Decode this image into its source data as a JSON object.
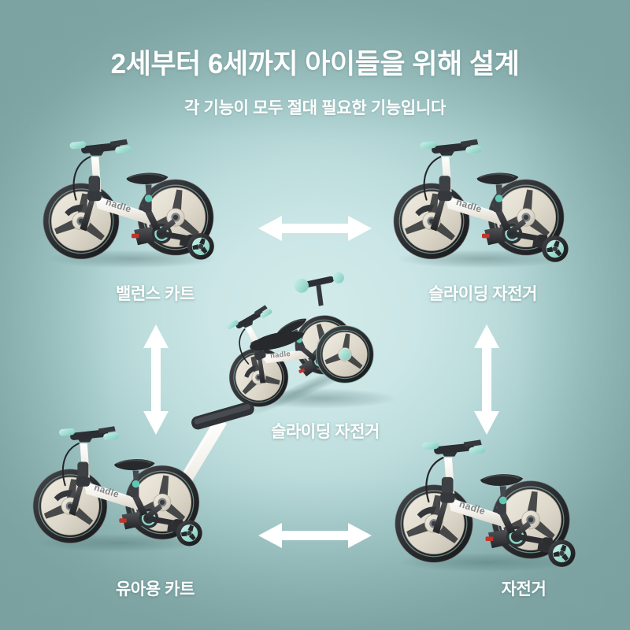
{
  "headings": {
    "title": "2세부터 6세까지 아이들을 위해 설계",
    "subtitle": "각 기능이 모두 절대 필요한 기능입니다"
  },
  "brand": {
    "wordmark": "nadle"
  },
  "colors": {
    "background_center": "#cde8e8",
    "background_edge": "#84a8a8",
    "frame_white": "#f2f0ea",
    "rim_cream": "#ded9cd",
    "tire_black": "#2b2b2d",
    "accent_mint": "#97ded2",
    "text_white": "#ffffff",
    "arrow_white": "#ffffff"
  },
  "products": [
    {
      "id": "balance-cart",
      "caption": "밸런스 카트",
      "position": "top-left",
      "features": [
        "mint-grips",
        "black-saddle",
        "cream-spoke-wheels",
        "training-wheels"
      ]
    },
    {
      "id": "sliding-bicycle-top",
      "caption": "슬라이딩 자전거",
      "position": "top-right",
      "features": [
        "mint-grips",
        "black-saddle",
        "cream-spoke-wheels",
        "training-wheel"
      ]
    },
    {
      "id": "sliding-bicycle-center",
      "caption": "슬라이딩 자전거",
      "position": "center",
      "features": [
        "folded",
        "rotated",
        "mint-hubs",
        "black-saddle"
      ]
    },
    {
      "id": "toddler-cart",
      "caption": "유아용 카트",
      "position": "bottom-left",
      "features": [
        "push-handle",
        "mint-grips",
        "black-saddle",
        "training-wheels"
      ]
    },
    {
      "id": "bicycle",
      "caption": "자전거",
      "position": "bottom-right",
      "features": [
        "mint-grips",
        "black-saddle",
        "cream-spoke-wheels",
        "training-wheel"
      ]
    }
  ],
  "arrows": [
    {
      "id": "arrow-top",
      "orientation": "horizontal",
      "style": "double-headed",
      "connects": [
        "balance-cart",
        "sliding-bicycle-top"
      ]
    },
    {
      "id": "arrow-bottom",
      "orientation": "horizontal",
      "style": "double-headed",
      "connects": [
        "toddler-cart",
        "bicycle"
      ]
    },
    {
      "id": "arrow-left",
      "orientation": "vertical",
      "style": "double-headed",
      "connects": [
        "balance-cart",
        "toddler-cart"
      ]
    },
    {
      "id": "arrow-right",
      "orientation": "vertical",
      "style": "double-headed",
      "connects": [
        "sliding-bicycle-top",
        "bicycle"
      ]
    }
  ]
}
